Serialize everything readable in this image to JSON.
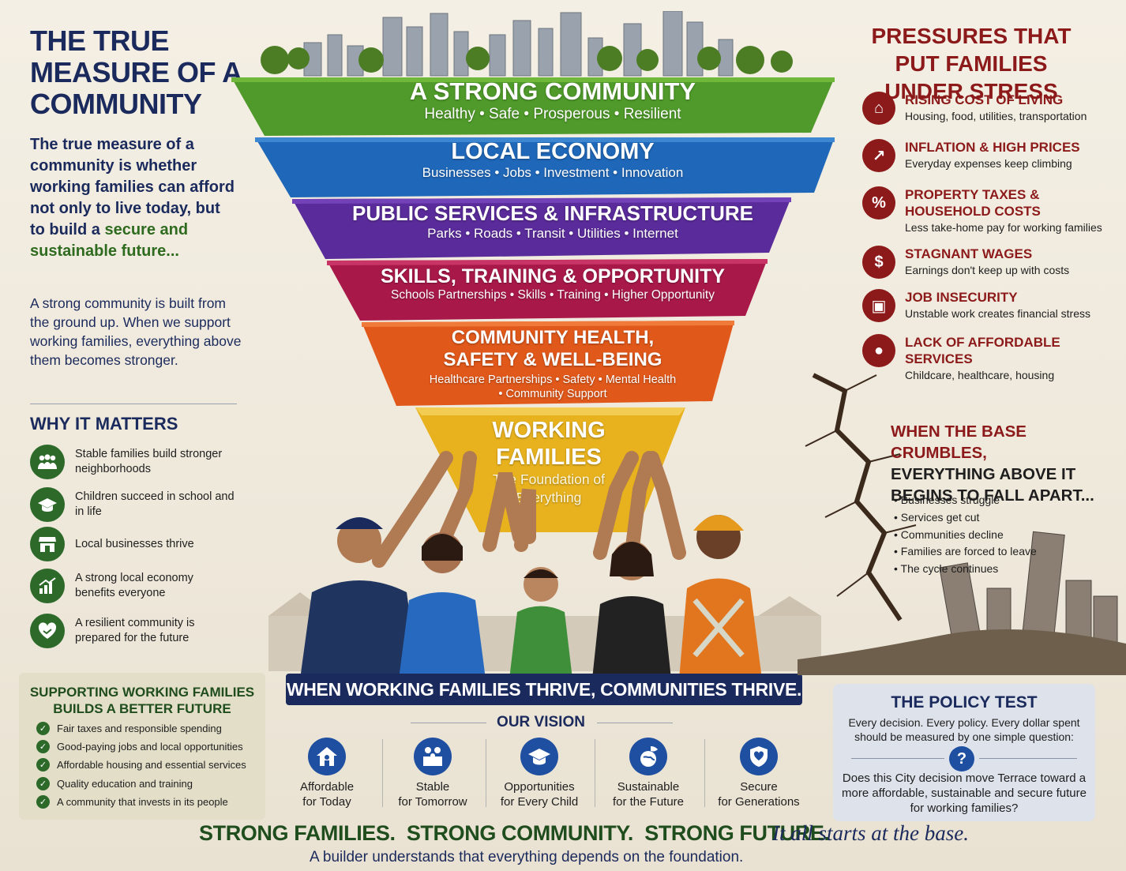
{
  "left": {
    "title": "THE TRUE MEASURE OF A COMMUNITY",
    "intro_blue": "The true measure of a community is whether working families can afford not only to live today, but to build a",
    "intro_green": "secure and sustainable future...",
    "ground_text": "A strong community is built from the ground up. When we support working families, everything above them becomes stronger.",
    "why_title": "WHY IT MATTERS",
    "why_items": [
      {
        "icon": "family-icon",
        "text": "Stable families build stronger neighborhoods"
      },
      {
        "icon": "graduation-cap-icon",
        "text": "Children succeed in school and in life"
      },
      {
        "icon": "storefront-icon",
        "text": "Local businesses thrive"
      },
      {
        "icon": "growth-chart-icon",
        "text": "A strong local economy benefits everyone"
      },
      {
        "icon": "heart-handshake-icon",
        "text": "A resilient community is prepared for the future"
      }
    ],
    "support_title": "SUPPORTING WORKING FAMILIES BUILDS A BETTER FUTURE",
    "support_items": [
      "Fair taxes and responsible spending",
      "Good-paying jobs and local opportunities",
      "Affordable housing and essential services",
      "Quality education and training",
      "A community that invests in its people"
    ]
  },
  "pyramid": {
    "tiers": [
      {
        "title": "A STRONG COMMUNITY",
        "sub": "Healthy • Safe • Prosperous • Resilient",
        "color": "#4f9a2a"
      },
      {
        "title": "LOCAL ECONOMY",
        "sub": "Businesses • Jobs • Investment • Innovation",
        "color": "#1f67b8"
      },
      {
        "title": "PUBLIC SERVICES & INFRASTRUCTURE",
        "sub": "Parks • Roads • Transit • Utilities • Internet",
        "color": "#5a2b9a"
      },
      {
        "title": "SKILLS, TRAINING & OPPORTUNITY",
        "sub": "Schools Partnerships • Skills • Training • Higher Opportunity",
        "color": "#a8194a"
      },
      {
        "title": "COMMUNITY HEALTH, SAFETY & WELL-BEING",
        "sub": "Healthcare Partnerships • Safety • Mental Health • Community Support",
        "color": "#e0581a"
      },
      {
        "title": "WORKING FAMILIES",
        "sub": "The Foundation of Everything",
        "color": "#e8b21e"
      }
    ]
  },
  "banner": "WHEN WORKING FAMILIES THRIVE, COMMUNITIES THRIVE.",
  "vision": {
    "title": "OUR VISION",
    "items": [
      {
        "icon": "house-family-icon",
        "line1": "Affordable",
        "line2": "for Today"
      },
      {
        "icon": "people-icon",
        "line1": "Stable",
        "line2": "for Tomorrow"
      },
      {
        "icon": "graduation-cap-icon",
        "line1": "Opportunities",
        "line2": "for Every Child"
      },
      {
        "icon": "globe-leaf-icon",
        "line1": "Sustainable",
        "line2": "for the Future"
      },
      {
        "icon": "shield-heart-icon",
        "line1": "Secure",
        "line2": "for Generations"
      }
    ]
  },
  "right": {
    "pressures_title": "PRESSURES THAT PUT FAMILIES UNDER STRESS",
    "pressures": [
      {
        "icon": "house-icon",
        "glyph": "⌂",
        "title": "RISING COST OF LIVING",
        "desc": "Housing, food, utilities, transportation"
      },
      {
        "icon": "rising-chart-icon",
        "glyph": "↗",
        "title": "INFLATION & HIGH PRICES",
        "desc": "Everyday expenses keep climbing"
      },
      {
        "icon": "percent-icon",
        "glyph": "%",
        "title": "PROPERTY TAXES & HOUSEHOLD COSTS",
        "desc": "Less take-home pay for working families"
      },
      {
        "icon": "dollar-icon",
        "glyph": "$",
        "title": "STAGNANT WAGES",
        "desc": "Earnings don't keep up with costs"
      },
      {
        "icon": "briefcase-icon",
        "glyph": "▣",
        "title": "JOB INSECURITY",
        "desc": "Unstable work creates financial stress"
      },
      {
        "icon": "person-icon",
        "glyph": "●",
        "title": "LACK OF AFFORDABLE SERVICES",
        "desc": "Childcare, healthcare, housing"
      }
    ],
    "crumble_red": "WHEN THE BASE CRUMBLES,",
    "crumble_black": "EVERYTHING ABOVE IT BEGINS TO FALL APART...",
    "crumble_items": [
      "Businesses struggle",
      "Services get cut",
      "Communities decline",
      "Families are forced to leave",
      "The cycle continues"
    ],
    "policy_title": "THE POLICY TEST",
    "policy_text": "Every decision. Every policy. Every dollar spent should be measured by one simple question:",
    "policy_mark": "?",
    "policy_question": "Does this City decision move Terrace toward a more affordable, sustainable and secure future for working families?"
  },
  "footer": {
    "slogan": "STRONG FAMILIES.  STRONG COMMUNITY.  STRONG FUTURE.",
    "script": "It all starts at the base.",
    "sub": "A builder understands that everything depends on the foundation."
  }
}
